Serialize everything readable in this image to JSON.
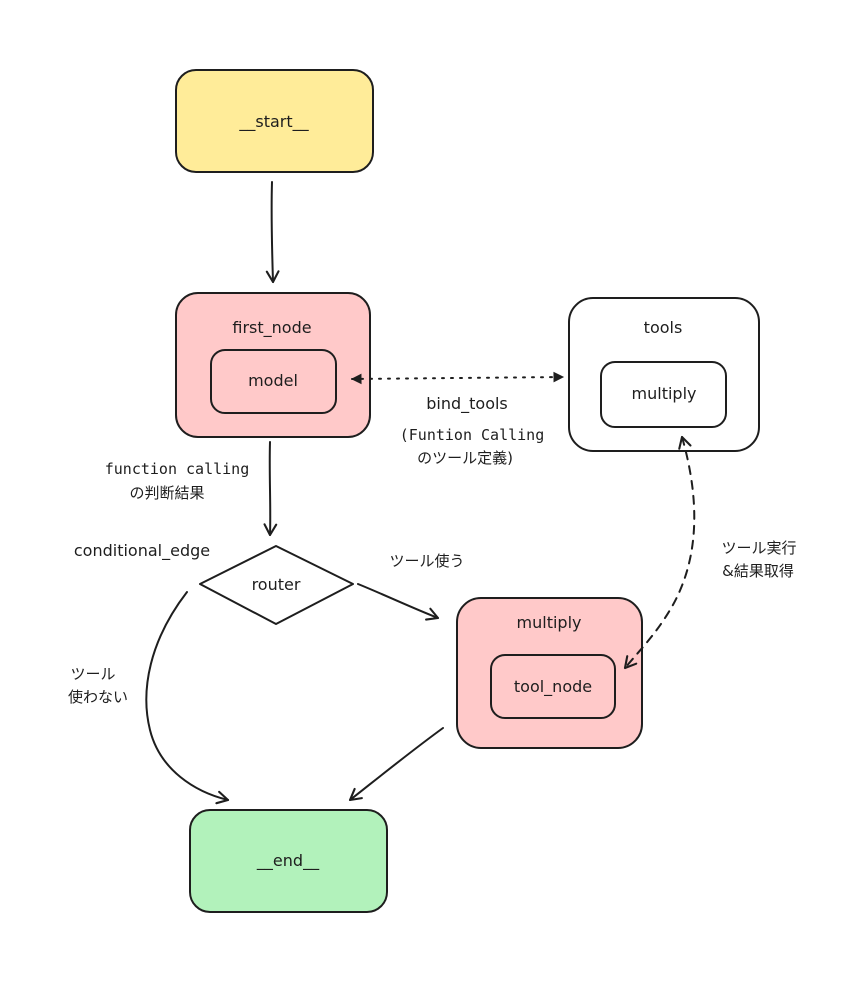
{
  "nodes": {
    "start": {
      "label": "__start__",
      "color": "#ffec99"
    },
    "first_node": {
      "label": "first_node",
      "color": "#ffc9c9",
      "inner_label": "model"
    },
    "tools": {
      "label": "tools",
      "color": "#ffffff",
      "inner_label": "multiply"
    },
    "router": {
      "label": "router"
    },
    "multiply": {
      "label": "multiply",
      "color": "#ffc9c9",
      "inner_label": "tool_node"
    },
    "end": {
      "label": "__end__",
      "color": "#b2f2bb"
    }
  },
  "edge_labels": {
    "bind_tools": "bind_tools",
    "bind_tools_note_1": "(Funtion Calling",
    "bind_tools_note_2": "のツール定義)",
    "function_calling_1": "function calling",
    "function_calling_2": "の判断結果",
    "conditional_edge": "conditional_edge",
    "use_tool": "ツール使う",
    "no_tool_1": "ツール",
    "no_tool_2": "使わない",
    "exec_1": "ツール実行",
    "exec_2": "&結果取得"
  },
  "stroke_color": "#1e1e1e"
}
